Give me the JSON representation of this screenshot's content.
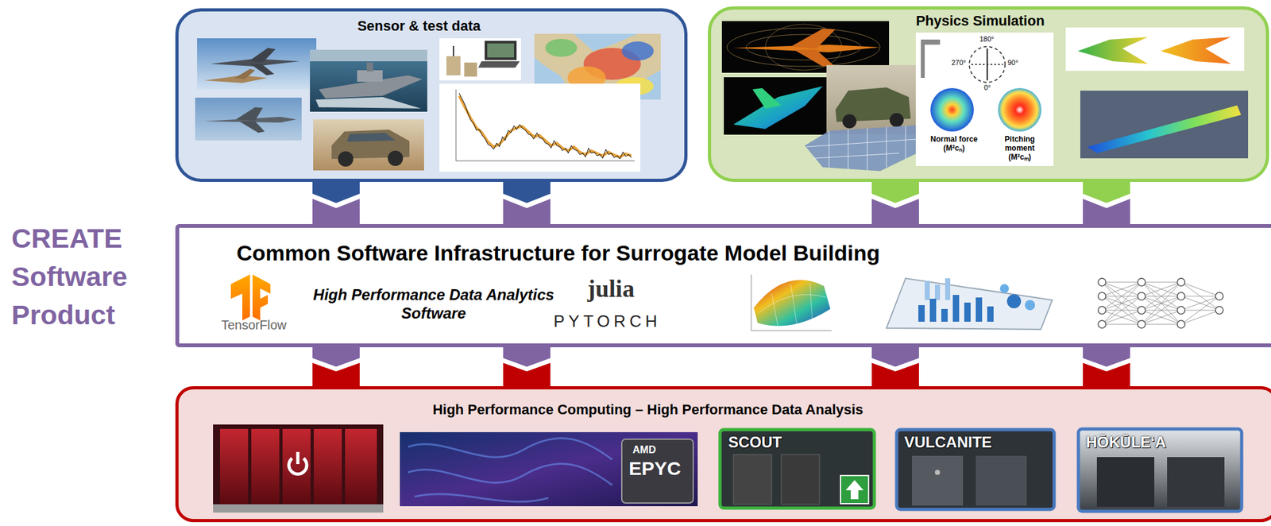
{
  "diagram": {
    "nodes": [
      {
        "text": [
          "Sensor & test data"
        ]
      },
      {
        "text": [
          "Physics Simulation"
        ]
      },
      {
        "text": [
          "Common Software Infrastructure for Surrogate Model Building",
          "High Performance Data Analytics Software"
        ]
      },
      {
        "text": [
          "High Performance Computing – High Performance Data Analysis"
        ]
      }
    ],
    "edges": [
      {
        "from": 0,
        "to": 2,
        "arrow": "none"
      },
      {
        "from": 0,
        "to": 2,
        "arrow": "none"
      },
      {
        "from": 1,
        "to": 2,
        "arrow": "none"
      },
      {
        "from": 1,
        "to": 2,
        "arrow": "none"
      },
      {
        "from": 2,
        "to": 3,
        "arrow": "none"
      },
      {
        "from": 2,
        "to": 3,
        "arrow": "none"
      },
      {
        "from": 2,
        "to": 3,
        "arrow": "none"
      },
      {
        "from": 2,
        "to": 3,
        "arrow": "none"
      }
    ],
    "labels": [
      "CREATE Software Product",
      "TensorFlow",
      "julia",
      "PYTORCH",
      "180°",
      "270°",
      "90°",
      "0°",
      "Normal force (M²cₙ)",
      "Pitching moment (M²cₘ)",
      "AMD",
      "EPYC",
      "SCOUT",
      "VULCANITE",
      "HŌKŪLEʻA"
    ]
  }
}
